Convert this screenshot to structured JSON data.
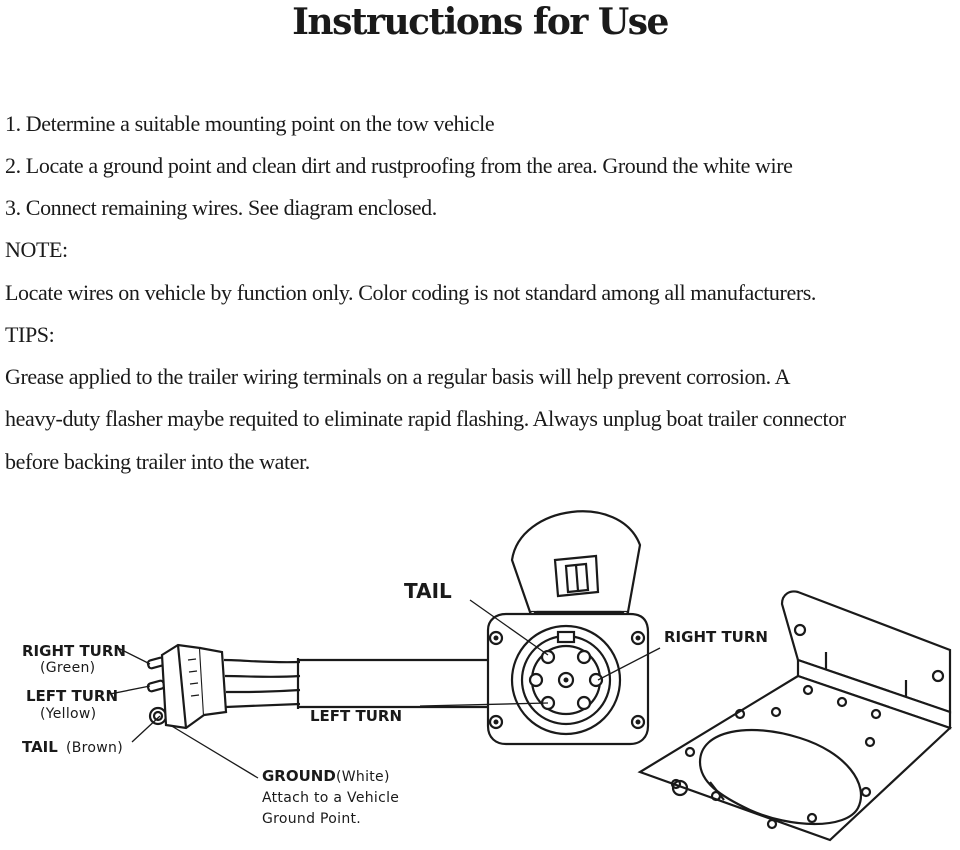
{
  "title": "Instructions for Use",
  "instructions": {
    "step1": "1. Determine a suitable mounting point on the tow vehicle",
    "step2": "2. Locate a ground point and clean dirt and rustproofing from the area. Ground the white wire",
    "step3": "3. Connect remaining wires. See diagram enclosed.",
    "note_heading": "NOTE:",
    "note_text": "Locate wires on vehicle by function only. Color coding is not standard among all manufacturers.",
    "tips_heading": "TIPS:",
    "tips_line1": "Grease applied to the trailer wiring terminals on a regular basis will help prevent corrosion. A",
    "tips_line2": "heavy-duty flasher maybe requited to eliminate rapid flashing. Always unplug boat trailer connector",
    "tips_line3": "before backing trailer into the water."
  },
  "diagram": {
    "plug_labels": {
      "right_turn": "RIGHT TURN",
      "right_turn_color": "(Green)",
      "left_turn": "LEFT TURN",
      "left_turn_color": "(Yellow)",
      "tail": "TAIL",
      "tail_color": "(Brown)"
    },
    "socket_labels": {
      "tail": "TAIL",
      "right_turn": "RIGHT TURN",
      "left_turn": "LEFT TURN"
    },
    "ground": {
      "line1": "GROUND",
      "line1_color": "(White)",
      "line2": "Attach to a Vehicle",
      "line3": "Ground Point."
    }
  }
}
